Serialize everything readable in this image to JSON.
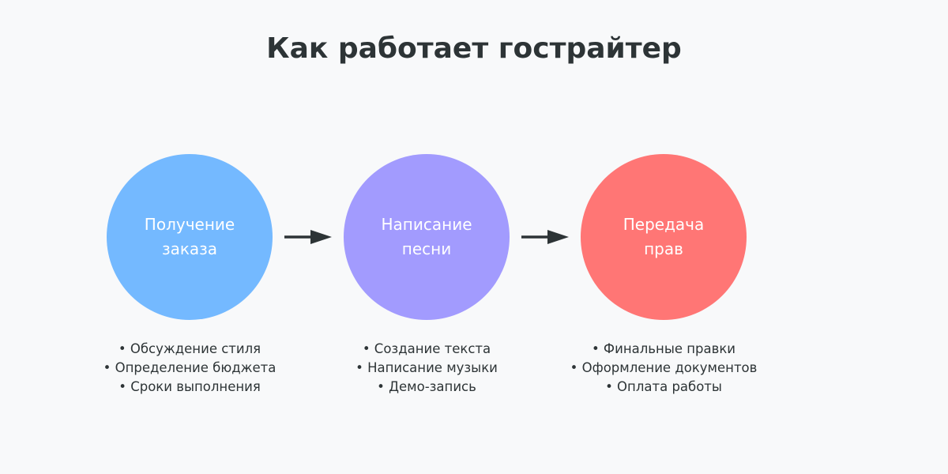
{
  "title": "Как работает гострайтер",
  "colors": {
    "background": "#f8f9fa",
    "text": "#2d3436",
    "arrow": "#2d3436"
  },
  "steps": [
    {
      "label": "Получение\nзаказа",
      "color": "#74b9ff",
      "bullets": [
        "• Обсуждение стиля",
        "• Определение бюджета",
        "• Сроки выполнения"
      ]
    },
    {
      "label": "Написание\nпесни",
      "color": "#a29bfe",
      "bullets": [
        "• Создание текста",
        "• Написание музыки",
        "• Демо-запись"
      ]
    },
    {
      "label": "Передача\nправ",
      "color": "#ff7675",
      "bullets": [
        "• Финальные правки",
        "• Оформление документов",
        "• Оплата работы"
      ]
    }
  ]
}
